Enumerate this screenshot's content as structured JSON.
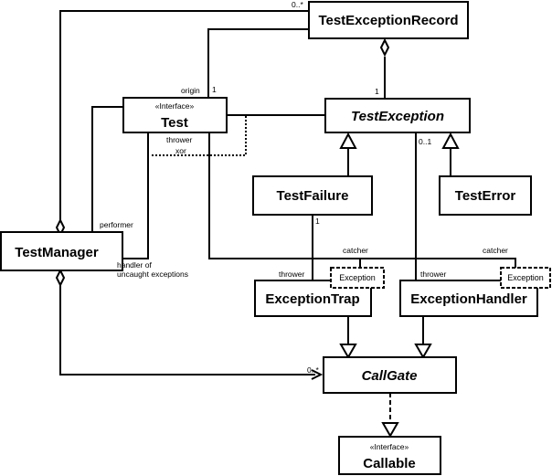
{
  "classes": {
    "test_exception_record": {
      "name": "TestExceptionRecord"
    },
    "test": {
      "stereotype": "«Interface»",
      "name": "Test"
    },
    "test_exception": {
      "name": "TestException"
    },
    "test_failure": {
      "name": "TestFailure"
    },
    "test_error": {
      "name": "TestError"
    },
    "test_manager": {
      "name": "TestManager"
    },
    "exception_trap": {
      "name": "ExceptionTrap",
      "template_param": "Exception"
    },
    "exception_handler": {
      "name": "ExceptionHandler",
      "template_param": "Exception"
    },
    "call_gate": {
      "name": "CallGate"
    },
    "callable": {
      "stereotype": "«Interface»",
      "name": "Callable"
    }
  },
  "labels": {
    "record_manager_mult": "0..*",
    "origin_role": "origin",
    "origin_mult": "1",
    "record_exception_mult": "1",
    "thrower_role": "thrower",
    "xor_constraint": "xor",
    "handler_exception_mult": "0..1",
    "performer_role": "performer",
    "uncaught_line1": "handler of",
    "uncaught_line2": "uncaught exceptions",
    "failure_mult": "1",
    "trap_catcher": "catcher",
    "handler_catcher": "catcher",
    "trap_thrower": "thrower",
    "handler_thrower": "thrower",
    "callgate_mult": "0..*"
  }
}
